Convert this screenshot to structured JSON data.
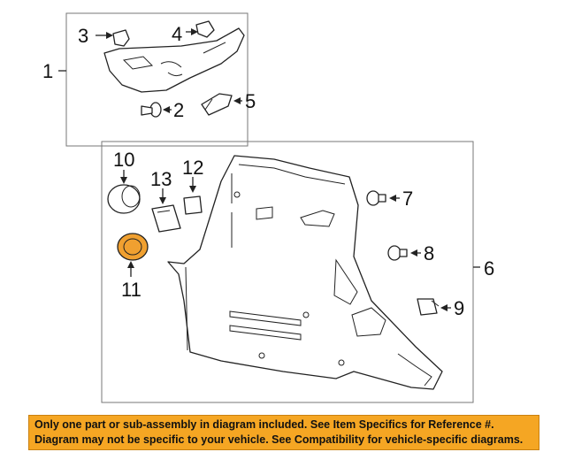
{
  "callouts": {
    "c1": "1",
    "c2": "2",
    "c3": "3",
    "c4": "4",
    "c5": "5",
    "c6": "6",
    "c7": "7",
    "c8": "8",
    "c9": "9",
    "c10": "10",
    "c11": "11",
    "c12": "12",
    "c13": "13"
  },
  "highlight_color": "#f0a030",
  "banner": {
    "line1": "Only one part or sub-assembly in diagram included. See Item Specifics for Reference #.",
    "line2": "Diagram may not be specific to your vehicle. See Compatibility for vehicle-specific diagrams.",
    "background": "#f5a623"
  }
}
